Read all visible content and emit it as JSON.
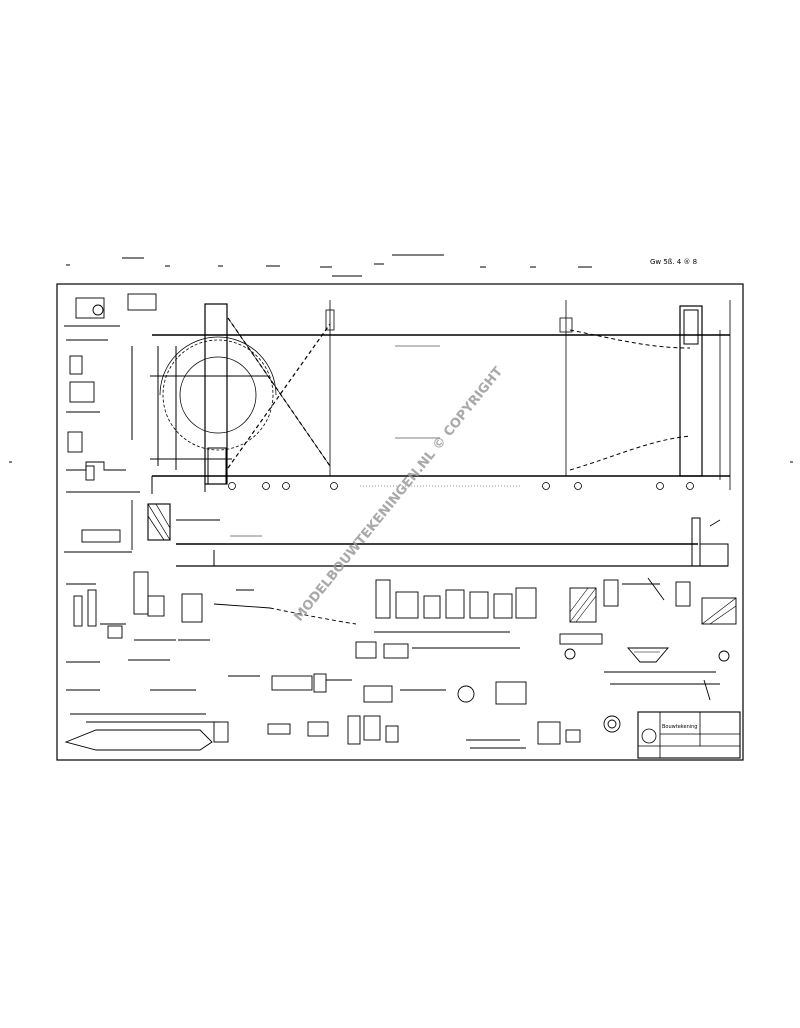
{
  "header": {
    "right_note": "Gw 5ß. 4 ® 8"
  },
  "watermark": "MODELBOUWTEKENINGEN.NL © COPYRIGHT",
  "title_block": {
    "left_text": "Bouwtekening",
    "right_top": "",
    "right_mid": "",
    "right_bottom": ""
  },
  "colors": {
    "line": "#000000",
    "watermark": "#9a9a9a",
    "background": "#ffffff"
  }
}
